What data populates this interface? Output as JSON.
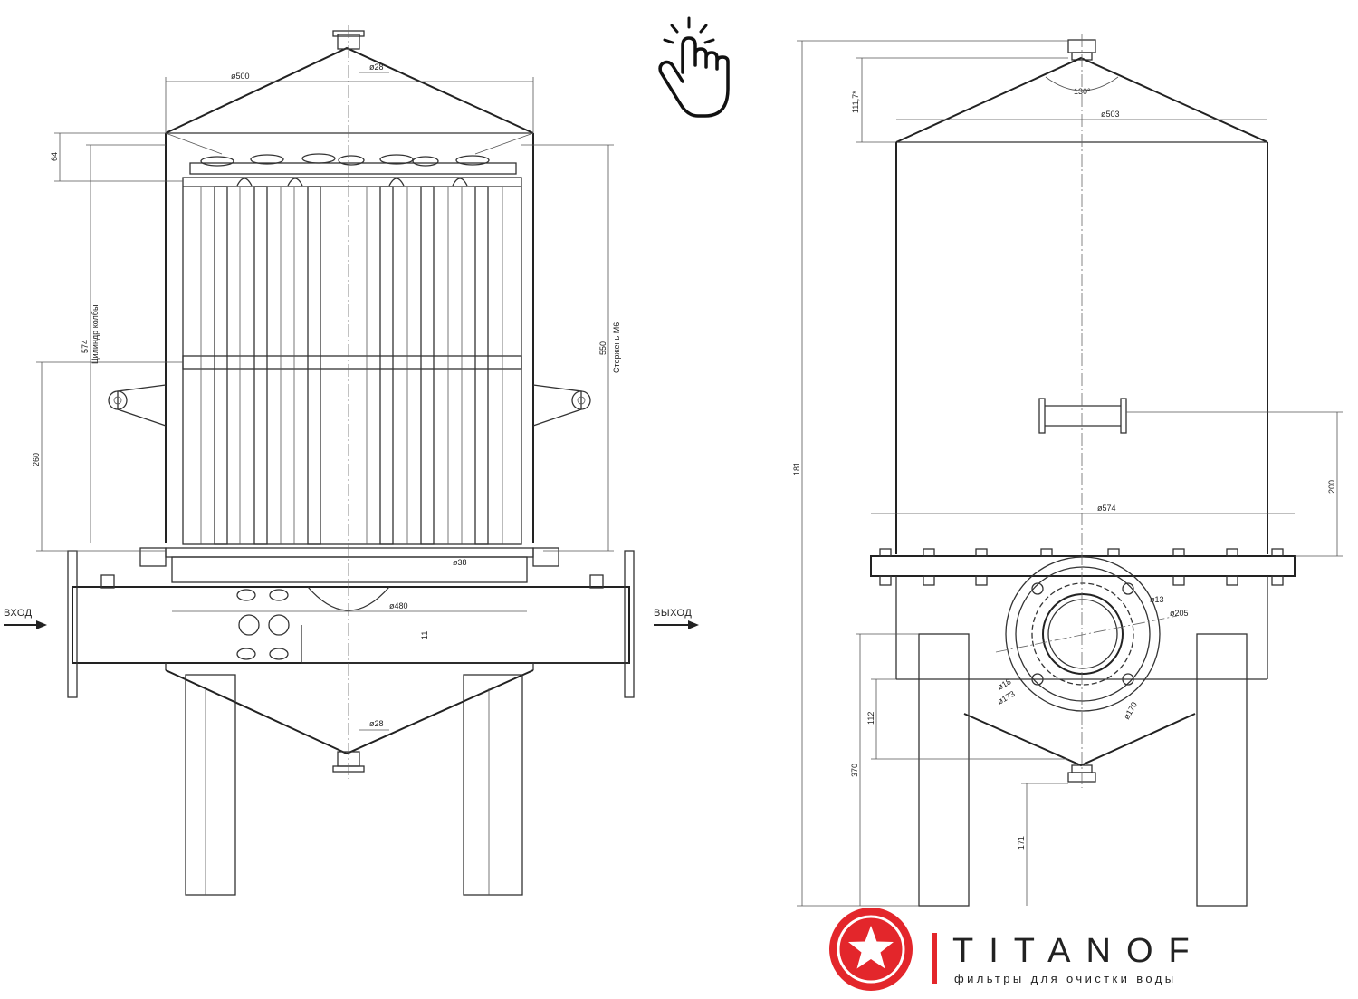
{
  "front_view": {
    "inlet_label": "ВХОД",
    "outlet_label": "ВЫХОД",
    "dim_body_diameter": "ø500",
    "dim_top_nozzle": "ø28",
    "dim_bottom_nozzle": "ø28",
    "dim_header_height": "64",
    "dim_cylinder_height": "574",
    "dim_cylinder_note": "Цилиндр колбы",
    "dim_rod_length": "550",
    "dim_rod_note": "Стержень М6",
    "dim_lug_height": "260",
    "dim_pipe_length": "ø480",
    "dim_pipe_offset": "11",
    "dim_cartridge_bore": "ø38"
  },
  "side_view": {
    "dim_cone_height": "111,7*",
    "dim_cone_angle": "130°",
    "dim_top_diameter": "ø503",
    "dim_total_height": "181",
    "dim_handle_height": "200",
    "dim_flange_diameter": "ø574",
    "dim_bolt_hole": "ø13",
    "dim_flange_outer": "ø205",
    "dim_flange_bolt_circle": "ø170",
    "dim_hole_small": "ø18",
    "dim_hole_circle": "ø173",
    "dim_cone_bottom": "112",
    "dim_leg_total": "370",
    "dim_leg_clear": "171"
  },
  "brand": {
    "name": "TITANOF",
    "tagline": "фильтры для очистки воды",
    "logo_color": "#e3262b",
    "icon": "pointer-hand-icon"
  }
}
